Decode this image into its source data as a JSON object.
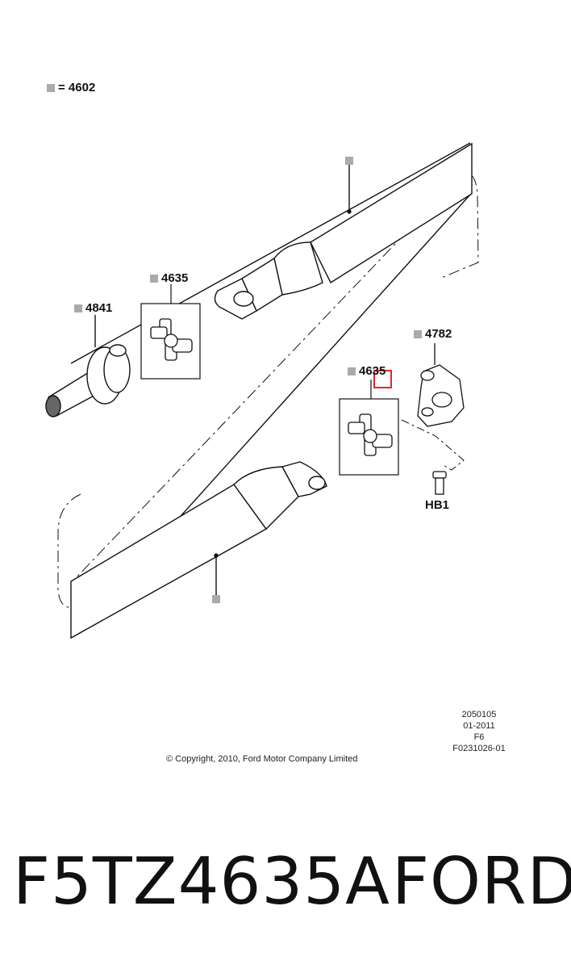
{
  "legend": {
    "marker_symbol": "■",
    "equals_text": "= 4602"
  },
  "callouts": {
    "c4635_top": "4635",
    "c4841": "4841",
    "c4782": "4782",
    "c4635_bottom": "4635",
    "hb1": "HB1"
  },
  "meta": {
    "line1": "2050105",
    "line2": "01-2011",
    "line3": "F6",
    "line4": "F0231026-01"
  },
  "copyright": "© Copyright, 2010, Ford Motor Company Limited",
  "part_number": "F5TZ4635A",
  "brand": "FORD",
  "colors": {
    "marker": "#aaaaaa",
    "highlight": "#e8242c",
    "line": "#111111"
  }
}
